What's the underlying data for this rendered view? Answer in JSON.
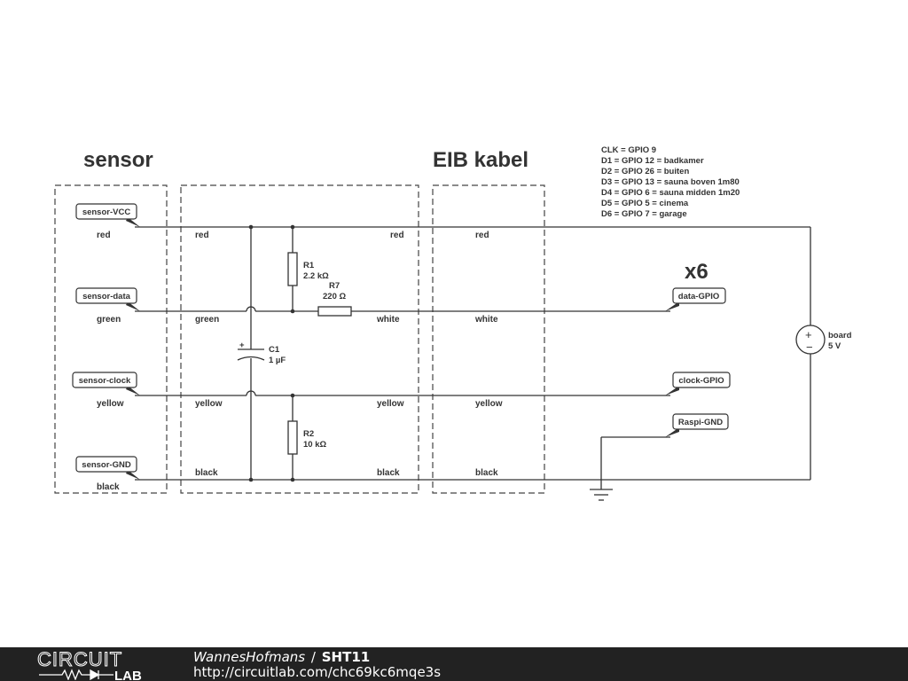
{
  "headings": {
    "sensor": "sensor",
    "eib": "EIB kabel",
    "multiplier": "x6"
  },
  "gpio_notes": [
    "CLK = GPIO 9",
    "D1 = GPIO 12 = badkamer",
    "D2 = GPIO 26 = buiten",
    "D3 = GPIO 13 = sauna boven 1m80",
    "D4 = GPIO 6 = sauna midden 1m20",
    "D5 = GPIO 5 = cinema",
    "D6 = GPIO 7 = garage"
  ],
  "labels": {
    "sensor_vcc": "sensor-VCC",
    "sensor_data": "sensor-data",
    "sensor_clock": "sensor-clock",
    "sensor_gnd": "sensor-GND",
    "data_gpio": "data-GPIO",
    "clock_gpio": "clock-GPIO",
    "raspi_gnd": "Raspi-GND"
  },
  "wire_colors": {
    "red": "red",
    "green": "green",
    "white": "white",
    "yellow": "yellow",
    "black": "black"
  },
  "components": {
    "r1": {
      "name": "R1",
      "value": "2.2 kΩ"
    },
    "r7": {
      "name": "R7",
      "value": "220 Ω"
    },
    "c1": {
      "name": "C1",
      "value": "1 µF"
    },
    "r2": {
      "name": "R2",
      "value": "10 kΩ"
    },
    "board": {
      "name": "board",
      "value": "5 V"
    }
  },
  "footer": {
    "brand_top": "CIRCUIT",
    "brand_bottom": "LAB",
    "author": "WannesHofmans",
    "separator": "/",
    "title": "SHT11",
    "url": "http://circuitlab.com/chc69kc6mqe3s"
  }
}
